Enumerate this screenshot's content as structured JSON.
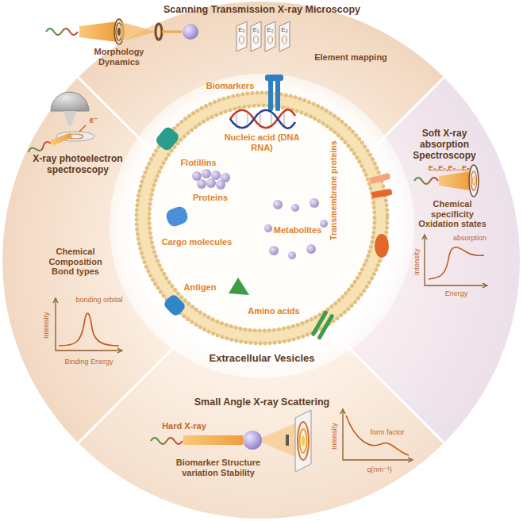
{
  "diagram": {
    "nodes": [
      {
        "text": [
          "Scanning Transmission X-ray Microscopy",
          "Morphology Dynamics",
          "Element mapping"
        ]
      },
      {
        "text": [
          "Soft X-ray absorption Spectroscopy",
          "Chemical specificity Oxidation states"
        ]
      },
      {
        "text": [
          "Small Angle X-ray Scattering",
          "Biomarker Structure variation Stability"
        ]
      },
      {
        "text": [
          "X-ray photoelectron spectroscopy",
          "Chemical Composition Bond types"
        ]
      },
      {
        "text": [
          "Extracellular Vesicles"
        ]
      }
    ],
    "labels": [
      "E₀",
      "E₁",
      "E₂",
      "E₃",
      "Biomarkers",
      "Nucleic acid (DNA RNA)",
      "Flotillins",
      "Transmembrane proteins",
      "Proteins",
      "Metabolites",
      "Cargo molecules",
      "Amino acids",
      "Antigen",
      "E₀,E₁,E₂...Eₙ",
      "absorption",
      "Intensity",
      "Energy",
      "Hard X-ray",
      "form factor",
      "Intensity",
      "q(nm⁻¹)",
      "e⁻",
      "bonding orbital",
      "Intensity",
      "Binding Energy"
    ]
  }
}
